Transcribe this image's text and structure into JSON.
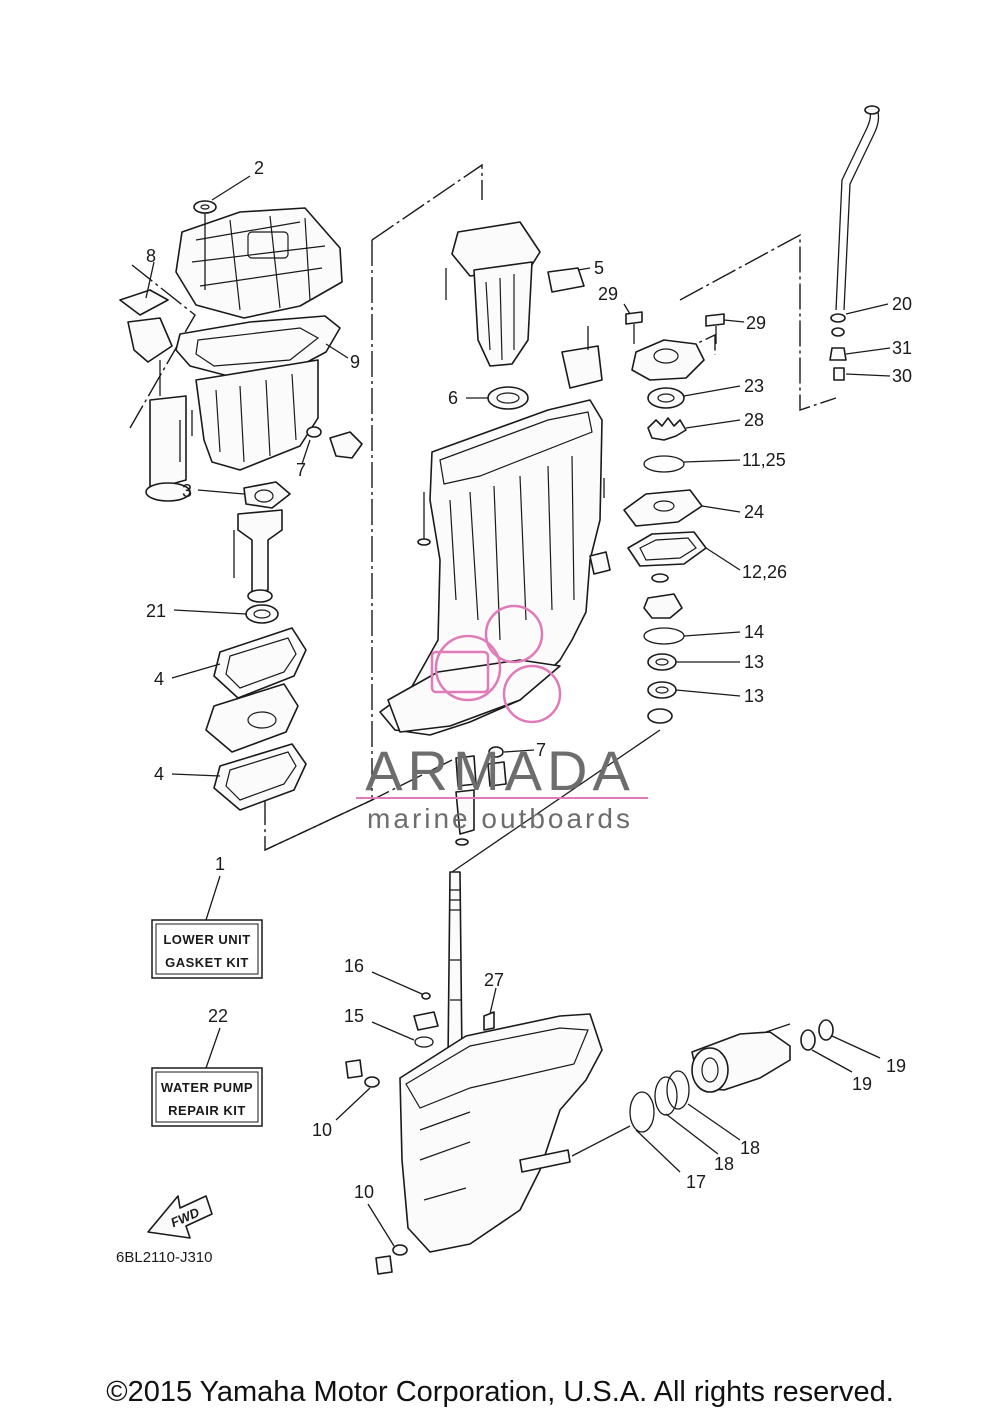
{
  "callouts": [
    "1",
    "2",
    "3",
    "4",
    "4",
    "5",
    "6",
    "7",
    "7",
    "8",
    "9",
    "10",
    "10",
    "11,25",
    "12,26",
    "13",
    "13",
    "14",
    "15",
    "16",
    "17",
    "18",
    "18",
    "19",
    "19",
    "20",
    "21",
    "22",
    "23",
    "24",
    "27",
    "28",
    "29",
    "29",
    "30",
    "31"
  ],
  "kits": {
    "gasket": {
      "line1": "LOWER UNIT",
      "line2": "GASKET KIT"
    },
    "pump": {
      "line1": "WATER PUMP",
      "line2": "REPAIR KIT"
    }
  },
  "fwd_label": "FWD",
  "diagram_code": "6BL2110-J310",
  "watermark": {
    "brand": "ARMADA",
    "tagline": "marine outboards",
    "accent_color": "#e07ab8",
    "text_color": "#6d6d6d"
  },
  "copyright": "©2015 Yamaha Motor Corporation, U.S.A. All rights reserved."
}
